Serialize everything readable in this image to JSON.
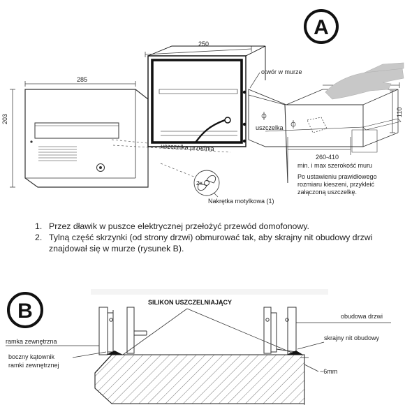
{
  "diagram_a": {
    "badge": "A",
    "dim_frame_height": "203",
    "dim_frame_width": "285",
    "dim_box_width": "250",
    "dim_wall_depth": "260",
    "dim_box_height": "110",
    "label_wall_opening": "otwór w murze",
    "label_gasket": "uszczelka",
    "label_front_gasket": "uszczelka przednia",
    "label_wing_nut": "Nakrętka motylkowa (1)",
    "wing_nut_count": "2x",
    "wall_range": "260-410",
    "wall_range_note": "min. i max szerokość muru",
    "note_lines": [
      "Po ustawieniu prawidłowego",
      "rozmiaru kieszeni, przykleić",
      "załączoną uszczelkę."
    ]
  },
  "instructions": [
    {
      "num": "1.",
      "text": "Przez dławik w puszce elektrycznej przełożyć przewód domofonowy."
    },
    {
      "num": "2.",
      "text": "Tylną część skrzynki (od strony drzwi) obmurować tak, aby skrajny nit obudowy drzwi znajdował się w murze (rysunek B)."
    }
  ],
  "diagram_b": {
    "badge": "B",
    "title": "SILIKON USZCZELNIAJĄCY",
    "label_outer_frame": "ramka zewnętrzna",
    "label_side_angle": "boczny kątownik",
    "label_side_angle_2": "ramki zewnętrznej",
    "label_door_housing": "obudowa drzwi",
    "label_outer_rivet": "skrajny nit obudowy",
    "label_gap": "~6mm"
  }
}
